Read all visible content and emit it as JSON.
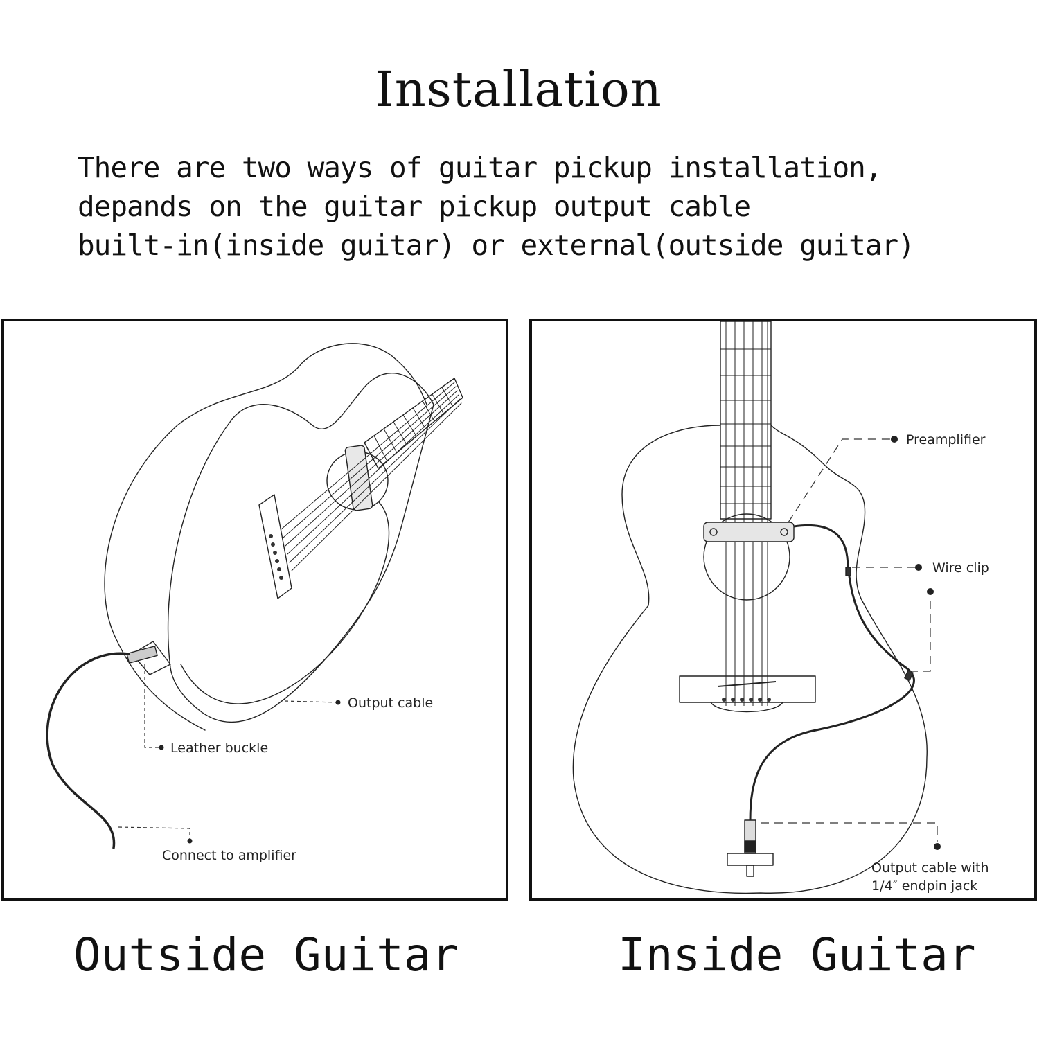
{
  "title": "Installation",
  "intro_lines": [
    "There are two ways of guitar pickup installation,",
    "depands on the guitar pickup output cable",
    "built-in(inside guitar) or external(outside guitar)"
  ],
  "panels": {
    "outside": {
      "caption": "Outside Guitar",
      "labels": {
        "output_cable": "Output cable",
        "leather_buckle": "Leather buckle",
        "connect_amplifier": "Connect to amplifier"
      }
    },
    "inside": {
      "caption": "Inside Guitar",
      "labels": {
        "preamplifier": "Preamplifier",
        "wire_clip": "Wire clip",
        "output_cable_line1": "Output cable with",
        "output_cable_line2": "1/4″   endpin jack"
      }
    }
  }
}
